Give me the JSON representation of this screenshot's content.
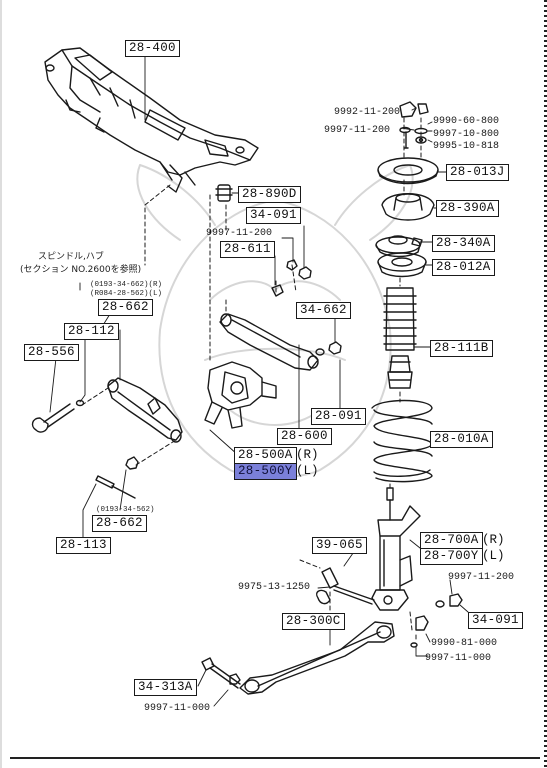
{
  "colors": {
    "ink": "#1a1a1a",
    "highlight": "#7b80d9",
    "paper": "#ffffff"
  },
  "note": {
    "line1": "スピンドル,ハブ",
    "line2": "(セクション NO.2600を参照)"
  },
  "boxes": {
    "b28_400": "28-400",
    "b28_890D": "28-890D",
    "b34_091_top": "34-091",
    "b28_611": "28-611",
    "b28_662_top": "28-662",
    "b28_112": "28-112",
    "b28_556": "28-556",
    "b34_662": "34-662",
    "b28_091": "28-091",
    "b28_600": "28-600",
    "b28_500A": "28-500A",
    "b28_500Y": "28-500Y",
    "b28_662_bottom": "28-662",
    "b28_113": "28-113",
    "b28_013J": "28-013J",
    "b28_390A": "28-390A",
    "b28_340A": "28-340A",
    "b28_012A": "28-012A",
    "b28_111B": "28-111B",
    "b28_010A": "28-010A",
    "b28_700A": "28-700A",
    "b28_700Y": "28-700Y",
    "b39_065": "39-065",
    "b28_300C": "28-300C",
    "b34_091_bottom": "34-091",
    "b34_313A": "34-313A"
  },
  "suffixes": {
    "r": "(R)",
    "l": "(L)"
  },
  "labels": {
    "l9992_11_200": "9992-11-200",
    "l9997_11_200_a": "9997-11-200",
    "l9990_60_800": "9990-60-800",
    "l9997_10_800": "9997-10-800",
    "l9995_10_818": "9995-10-818",
    "l9997_11_200_b": "9997-11-200",
    "l9975_13_1250": "9975-13-1250",
    "l9997_11_200_c": "9997-11-200",
    "l9990_81_000": "9990-81-000",
    "l9997_11_000_a": "9997-11-000",
    "l9997_11_000_b": "9997-11-000"
  },
  "tiny": {
    "t1": "(0193-34-662)(R)",
    "t2": "(R084-28-562)(L)",
    "t3": "(0193-34-562)"
  }
}
